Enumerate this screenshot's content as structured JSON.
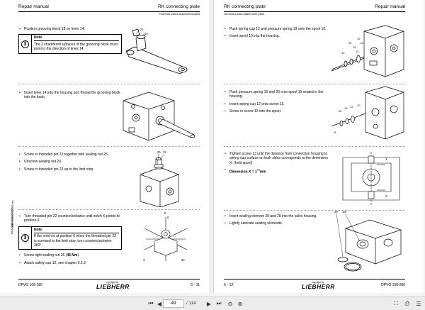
{
  "left_page": {
    "header_left": "Repair manual",
    "header_right": "RK connecting plate",
    "header_sub": "Terminal board attachment parts",
    "blocks": [
      {
        "items": [
          "Position grooving block 18 on lever 14."
        ],
        "note": {
          "title": "Note",
          "text": "The 2 chamfered surfaces of the grooving block must point in the direction of lever 14."
        }
      },
      {
        "items": [
          "Insert lever 14 into the housing and thread the grooving block into the bush."
        ]
      },
      {
        "items": [
          "Screw in threaded pin 22 together with sealing nut 26.",
          "Unscrew sealing nut 26.",
          "Screw in threaded pin 22 up to the limit stop."
        ]
      },
      {
        "items": [
          "Turn threaded pin 22 counterclockwise until notch K points to position 6."
        ],
        "note": {
          "title": "Note",
          "text": "If the notch is at position 6 when the threaded pin 22 is screwed to the limit stop, turn counterclockwise 360°."
        },
        "items_after": [
          "Screw tight sealing nut 26 (",
          "46 Nm",
          ").",
          "Attach safety cap 12, see chapter 6.3.3"
        ]
      }
    ],
    "fig_labels": {
      "f1": [
        "18",
        "14"
      ],
      "f3": [
        "26",
        "22"
      ],
      "f4": [
        "K",
        "6",
        "3",
        "22"
      ]
    },
    "side_text": "LMB | Edition 02/2014en",
    "side_small": "K6-Ausgabe Dokumenten",
    "footer_code": "DPVO 108-280",
    "footer_copyright": "copyright by",
    "footer_brand": "LIEBHERR",
    "footer_page": "6 - 11"
  },
  "right_page": {
    "header_left": "RK connecting plate",
    "header_right": "Repair manual",
    "header_sub": "Terminal board attachment parts",
    "blocks": [
      {
        "items": [
          "Push spring cup 12 and pressure spring 19 onto the spool 10.",
          "Insert spool 10 into the housing."
        ]
      },
      {
        "items": [
          "Push pressure spring 19 and 20 onto spool 10 seated in the housing.",
          "Insert spring cup 12 onto screw 13.",
          "Screw in screw 13 into the spool."
        ]
      },
      {
        "items": [
          "Tighten screw 13 until the distance from connection housing to spring cup surface on both sides corresponds to the dimension X. (hold spool)"
        ],
        "dimension": {
          "label": "Dimension X = 1",
          "sup": "+0",
          "unit": "mm"
        }
      },
      {
        "items": [
          "Insert sealing element 28 and 29 into the valve housing.",
          "Lightly lubricate sealing elements."
        ]
      }
    ],
    "fig_labels": {
      "f1": [
        "20",
        "19",
        "12",
        "10",
        "19",
        "12"
      ],
      "f2": [
        "20",
        "19",
        "12",
        "13",
        "10"
      ],
      "f3": [
        "X",
        "X"
      ],
      "f4": [
        "29",
        "28"
      ]
    },
    "footer_page": "6 - 12",
    "footer_copyright": "copyright by",
    "footer_brand": "LIEBHERR",
    "footer_code": "DPVO 108-280"
  },
  "toolbar": {
    "page_current": "49",
    "page_total": "/ 114"
  }
}
